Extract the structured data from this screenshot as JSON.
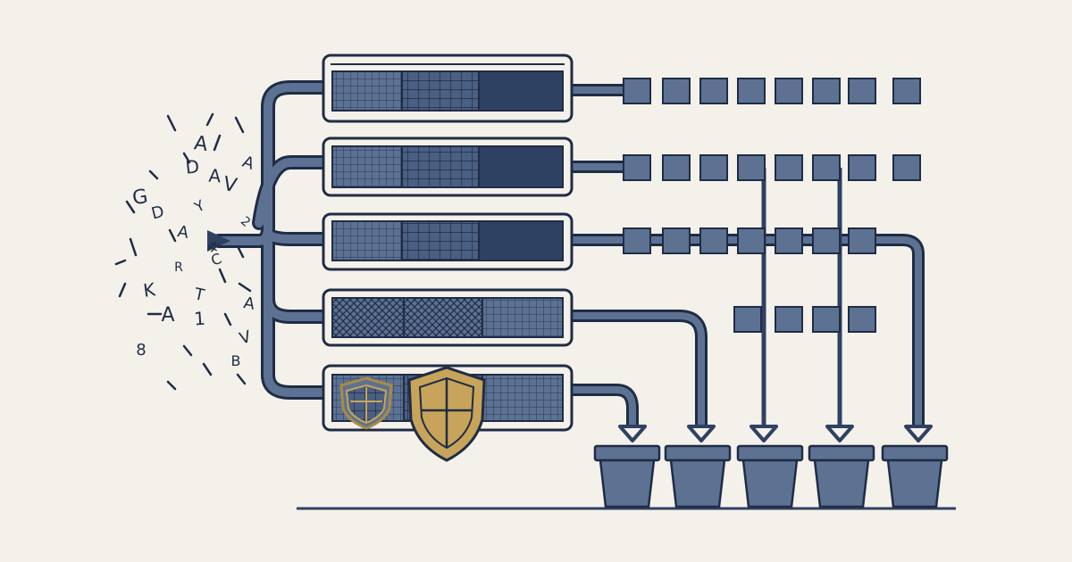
{
  "colors": {
    "background": "#f4f1ea",
    "navy": "#2f4163",
    "slate": "#5d7293",
    "outline": "#1f2c45",
    "gold": "#c7a45a"
  },
  "scatter_glyphs": [
    "G",
    "A",
    "D",
    "A",
    "V",
    "A",
    "D",
    "A",
    "R",
    "C",
    "K",
    "T",
    "A",
    "1",
    "A",
    "V",
    "8",
    "B",
    "#",
    "Y",
    "2"
  ],
  "icons": [
    "grid-shield-icon",
    "shield-icon"
  ],
  "layers": 5,
  "buckets": 5
}
